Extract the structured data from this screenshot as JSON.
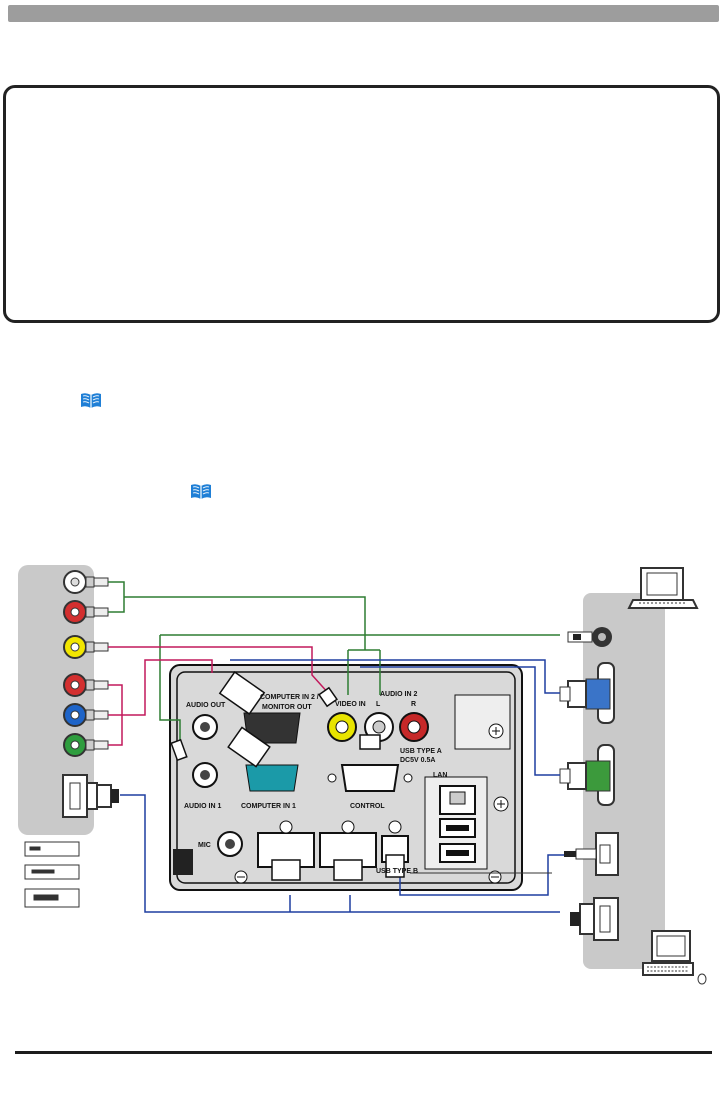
{
  "page": {
    "header_bar": "",
    "note_box": ""
  },
  "icons": {
    "manual_ref_icon": "book-icon",
    "manual_ref_icon_2": "book-icon"
  },
  "panel": {
    "labels": {
      "audio_out": "AUDIO OUT",
      "computer_in2": "COMPUTER IN 2 /",
      "monitor_out": "MONITOR OUT",
      "video_in": "VIDEO IN",
      "audio_in2": "AUDIO IN 2",
      "audio_in2_l": "L",
      "audio_in2_r": "R",
      "audio_in1": "AUDIO IN 1",
      "computer_in1": "COMPUTER IN 1",
      "control": "CONTROL",
      "usb_type_a": "USB TYPE A",
      "usb_power": "DC5V 0.5A",
      "lan": "LAN",
      "mic": "MIC",
      "usb_type_b": "USB TYPE B"
    }
  },
  "colors": {
    "green_cable": "#2e7d32",
    "red_cable": "#c2185b",
    "blue_cable": "#1f3fa0",
    "panel_grey": "#c8c8c8",
    "panel_body": "#d9d9d9",
    "video_yellow": "#e0e000",
    "audio_red": "#c62828",
    "serial_green": "#2e7d32",
    "vga_teal": "#1b9aa8"
  }
}
